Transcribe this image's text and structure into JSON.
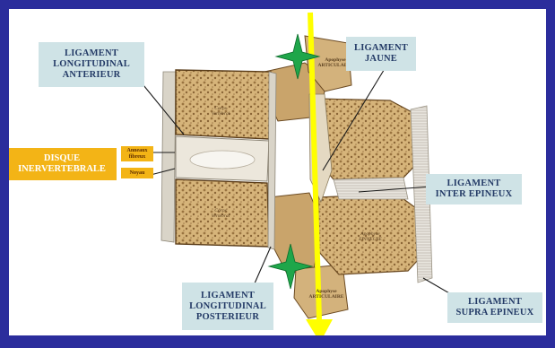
{
  "labels": {
    "lla": "LIGAMENT\nLONGITUDINAL\nANTERIEUR",
    "lj": "LIGAMENT\nJAUNE",
    "disque": "DISQUE\nINERVERTEBRALE",
    "anneau": "Anneaux\nfibreux",
    "noyau": "Noyau",
    "lie": "LIGAMENT\nINTER EPINEUX",
    "llp": "LIGAMENT\nLONGITUDINAL\nPOSTERIEUR",
    "lse": "LIGAMENT\nSUPRA EPINEUX"
  },
  "anatomy": {
    "corps1": "Corps\nVertébral",
    "corps2": "Corps\nVertébral",
    "apo_sup": "Apophyse\nARTICULAIRE",
    "apo_epi": "Apophyse\nEPINEUSE",
    "apo_inf": "Apophyse\nARTICULAIRE"
  },
  "colors": {
    "background": "#2b2d9c",
    "label_box": "#cfe3e6",
    "label_text": "#233a66",
    "disk_label": "#f3b416",
    "arrow": "#ffff00",
    "star": "#1fa64a",
    "bone": "#c9a46b"
  }
}
